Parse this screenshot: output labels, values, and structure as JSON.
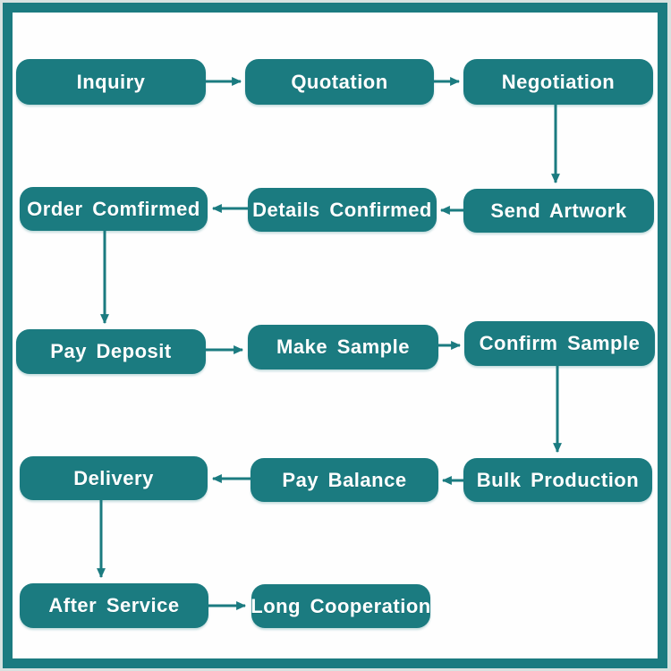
{
  "diagram": {
    "type": "flowchart",
    "colors": {
      "accent": "#1b7b80",
      "outer_background": "#d8e2e0",
      "surface": "#fefefe",
      "node_text": "#ffffff"
    },
    "nodes": [
      {
        "id": "inquiry",
        "label": "Inquiry"
      },
      {
        "id": "quotation",
        "label": "Quotation"
      },
      {
        "id": "negotiation",
        "label": "Negotiation"
      },
      {
        "id": "order-comfirmed",
        "label": "Order Comfirmed"
      },
      {
        "id": "details-confirmed",
        "label": "Details Confirmed"
      },
      {
        "id": "send-artwork",
        "label": "Send Artwork"
      },
      {
        "id": "pay-deposit",
        "label": "Pay Deposit"
      },
      {
        "id": "make-sample",
        "label": "Make Sample"
      },
      {
        "id": "confirm-sample",
        "label": "Confirm Sample"
      },
      {
        "id": "delivery",
        "label": "Delivery"
      },
      {
        "id": "pay-balance",
        "label": "Pay Balance"
      },
      {
        "id": "bulk-production",
        "label": "Bulk Production"
      },
      {
        "id": "after-service",
        "label": "After Service"
      },
      {
        "id": "long-cooperation",
        "label": "Long Cooperation"
      }
    ],
    "edges": [
      {
        "from": "Inquiry",
        "to": "Quotation"
      },
      {
        "from": "Quotation",
        "to": "Negotiation"
      },
      {
        "from": "Negotiation",
        "to": "Send Artwork"
      },
      {
        "from": "Send Artwork",
        "to": "Details Confirmed"
      },
      {
        "from": "Details Confirmed",
        "to": "Order Comfirmed"
      },
      {
        "from": "Order Comfirmed",
        "to": "Pay Deposit"
      },
      {
        "from": "Pay Deposit",
        "to": "Make Sample"
      },
      {
        "from": "Make Sample",
        "to": "Confirm Sample"
      },
      {
        "from": "Confirm Sample",
        "to": "Bulk Production"
      },
      {
        "from": "Bulk Production",
        "to": "Pay Balance"
      },
      {
        "from": "Pay Balance",
        "to": "Delivery"
      },
      {
        "from": "Delivery",
        "to": "After Service"
      },
      {
        "from": "After Service",
        "to": "Long Cooperation"
      }
    ]
  }
}
